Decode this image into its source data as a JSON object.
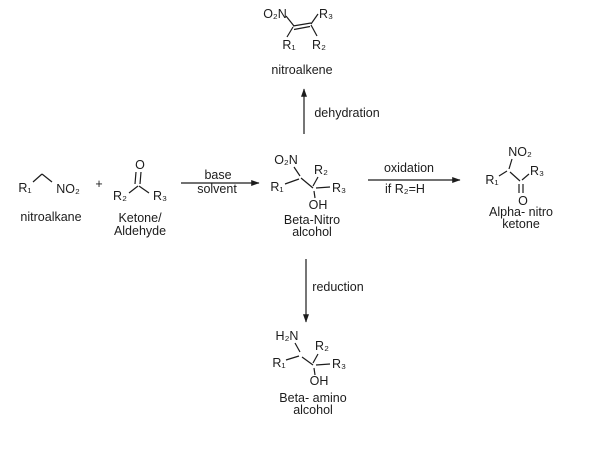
{
  "colors": {
    "ink": "#1c1c1c",
    "background": "#ffffff"
  },
  "scheme": {
    "nitroalkene": {
      "o2n": "O₂N",
      "r3": "R₃",
      "r1": "R₁",
      "r2": "R₂",
      "label": "nitroalkene"
    },
    "dehydration_arrow": {
      "label": "dehydration"
    },
    "nitroalkane": {
      "r1": "R₁",
      "no2": "NO₂",
      "label": "nitroalkane"
    },
    "plus": "+",
    "ketone": {
      "o": "O",
      "r2": "R₂",
      "r3": "R₃",
      "label_line1": "Ketone/",
      "label_line2": "Aldehyde"
    },
    "base_arrow": {
      "above": "base",
      "below": "solvent"
    },
    "beta_nitro_alcohol": {
      "o2n": "O₂N",
      "r1": "R₁",
      "r2": "R₂",
      "r3": "R₃",
      "oh": "OH",
      "label_line1": "Beta-Nitro",
      "label_line2": "alcohol"
    },
    "oxidation_arrow": {
      "above": "oxidation",
      "below": "if R₂=H"
    },
    "alpha_nitro_ketone": {
      "no2": "NO₂",
      "r1": "R₁",
      "r3": "R₃",
      "o": "O",
      "label_line1": "Alpha- nitro",
      "label_line2": "ketone"
    },
    "reduction_arrow": {
      "label": "reduction"
    },
    "beta_amino_alcohol": {
      "h2n": "H₂N",
      "r1": "R₁",
      "r2": "R₂",
      "r3": "R₃",
      "oh": "OH",
      "label_line1": "Beta- amino",
      "label_line2": "alcohol"
    }
  }
}
